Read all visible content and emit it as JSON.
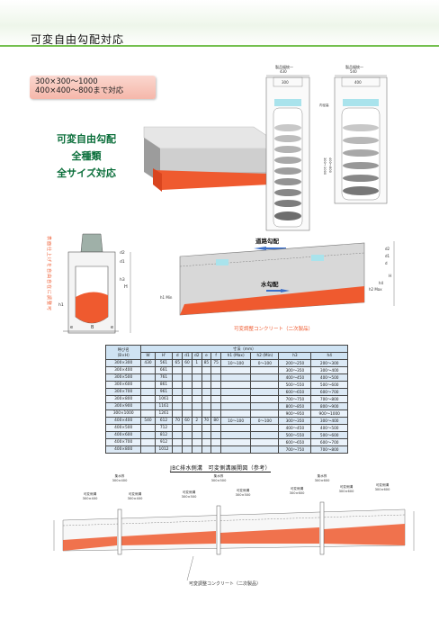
{
  "header": {
    "title": "可変自由勾配対応"
  },
  "feature_box": {
    "line1": "300×300〜1000",
    "line2": "400×400〜800まで対応"
  },
  "green_box": {
    "line1": "可変自由勾配",
    "line2": "全種類",
    "line3": "全サイズ対応"
  },
  "section_views": {
    "left": {
      "top_label": "製品幅統一",
      "width": "430",
      "inner": "300"
    },
    "right": {
      "top_label": "製品幅統一",
      "width": "540",
      "inner": "400"
    },
    "inner_note": "内径高",
    "height_note1": "300〜1000",
    "height_note2": "400〜800"
  },
  "cross_section": {
    "vertical_note": "表面仕上げを自由自在に調整可",
    "labels": {
      "B": "B",
      "e": "e",
      "H": "H",
      "h1": "h1",
      "h2": "h2",
      "h3": "h3",
      "d": "d",
      "d1": "d1",
      "d2": "d2",
      "f": "f"
    }
  },
  "slope_diagram": {
    "road_slope": "道路勾配",
    "water_slope": "水勾配",
    "concrete_label": "可変調整コンクリート（二次製品）",
    "labels": {
      "h1": "h1 Min",
      "h2": "h2 Max",
      "h4": "h4",
      "H": "H",
      "d": "d",
      "d1": "d1",
      "d2": "d2"
    }
  },
  "table": {
    "unit": "寸法（mm）",
    "head_name": "呼び名",
    "head_size": "（B×H）",
    "columns": [
      "W",
      "H'",
      "d",
      "d1",
      "d2",
      "e",
      "f",
      "h1 (Max)",
      "h2 (Min)",
      "h3",
      "h4"
    ],
    "rows": [
      [
        "300×300",
        "430",
        "561",
        "65",
        "60",
        "1",
        "85",
        "75",
        "10〜100",
        "0〜100",
        "200〜250",
        "200〜300"
      ],
      [
        "300×400",
        "",
        "661",
        "",
        "",
        "",
        "",
        "",
        "",
        "",
        "300〜350",
        "300〜400"
      ],
      [
        "300×500",
        "",
        "761",
        "",
        "",
        "",
        "",
        "",
        "",
        "",
        "400〜450",
        "400〜500"
      ],
      [
        "300×600",
        "",
        "861",
        "",
        "",
        "",
        "",
        "",
        "",
        "",
        "500〜550",
        "500〜600"
      ],
      [
        "300×700",
        "",
        "961",
        "",
        "",
        "",
        "",
        "",
        "",
        "",
        "600〜650",
        "600〜700"
      ],
      [
        "300×800",
        "",
        "1061",
        "",
        "",
        "",
        "",
        "",
        "",
        "",
        "700〜750",
        "700〜800"
      ],
      [
        "300×900",
        "",
        "1161",
        "",
        "",
        "",
        "",
        "",
        "",
        "",
        "800〜850",
        "800〜900"
      ],
      [
        "300×1000",
        "",
        "1261",
        "",
        "",
        "",
        "",
        "",
        "",
        "",
        "900〜950",
        "900〜1000"
      ],
      [
        "400×400",
        "540",
        "612",
        "70",
        "60",
        "2",
        "70",
        "80",
        "10〜100",
        "0〜100",
        "300〜350",
        "300〜400"
      ],
      [
        "400×500",
        "",
        "712",
        "",
        "",
        "",
        "",
        "",
        "",
        "",
        "400〜450",
        "400〜500"
      ],
      [
        "400×600",
        "",
        "812",
        "",
        "",
        "",
        "",
        "",
        "",
        "",
        "500〜550",
        "500〜600"
      ],
      [
        "400×700",
        "",
        "912",
        "",
        "",
        "",
        "",
        "",
        "",
        "",
        "600〜650",
        "600〜700"
      ],
      [
        "400×800",
        "",
        "1012",
        "",
        "",
        "",
        "",
        "",
        "",
        "",
        "700〜750",
        "700〜800"
      ]
    ]
  },
  "development": {
    "caption": "JBC排水側溝　可変側溝展開図（参考）",
    "inlets": [
      {
        "name": "集水桝",
        "size": "300×400"
      },
      {
        "name": "集水桝",
        "size": "300×500"
      },
      {
        "name": "集水桝",
        "size": "300×600"
      },
      {
        "name": "集水桝",
        "size": "300×600"
      }
    ],
    "segments": [
      {
        "name": "可変側溝",
        "size": "300×400"
      },
      {
        "name": "可変側溝",
        "size": "300×400"
      },
      {
        "name": "可変側溝",
        "size": "300×500"
      },
      {
        "name": "可変側溝",
        "size": "300×500"
      },
      {
        "name": "可変側溝",
        "size": "300×600"
      },
      {
        "name": "可変側溝",
        "size": "300×600"
      },
      {
        "name": "可変側溝",
        "size": "300×600"
      }
    ],
    "bottom_label": "可変調整コンクリート（二次製品）"
  },
  "colors": {
    "accent_green": "#74c04f",
    "concrete_orange": "#ef5a2f",
    "pink": "#f5b7aa",
    "title_green": "#0a6e3a",
    "table_blue": "#cfe3f3"
  }
}
